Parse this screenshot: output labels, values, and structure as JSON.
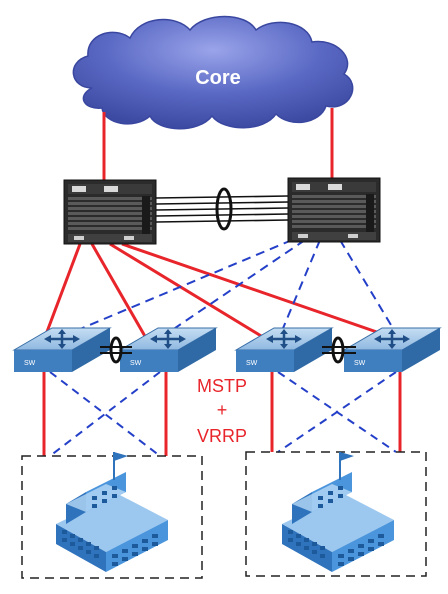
{
  "diagram": {
    "cloud_label": "Core",
    "protocol_line1": "MSTP",
    "protocol_line2": "+",
    "protocol_line3": "VRRP",
    "switch_label": "SW",
    "colors": {
      "cloud_fill": "#4f5fb8",
      "cloud_highlight": "#8b96e0",
      "active_link": "#e8252b",
      "standby_link": "#2540c8",
      "trunk": "#111111",
      "switch_top": "#a9cbe9",
      "switch_side": "#3f7fc0",
      "building": "#3c86d0",
      "protocol_text": "#e8252b"
    }
  }
}
